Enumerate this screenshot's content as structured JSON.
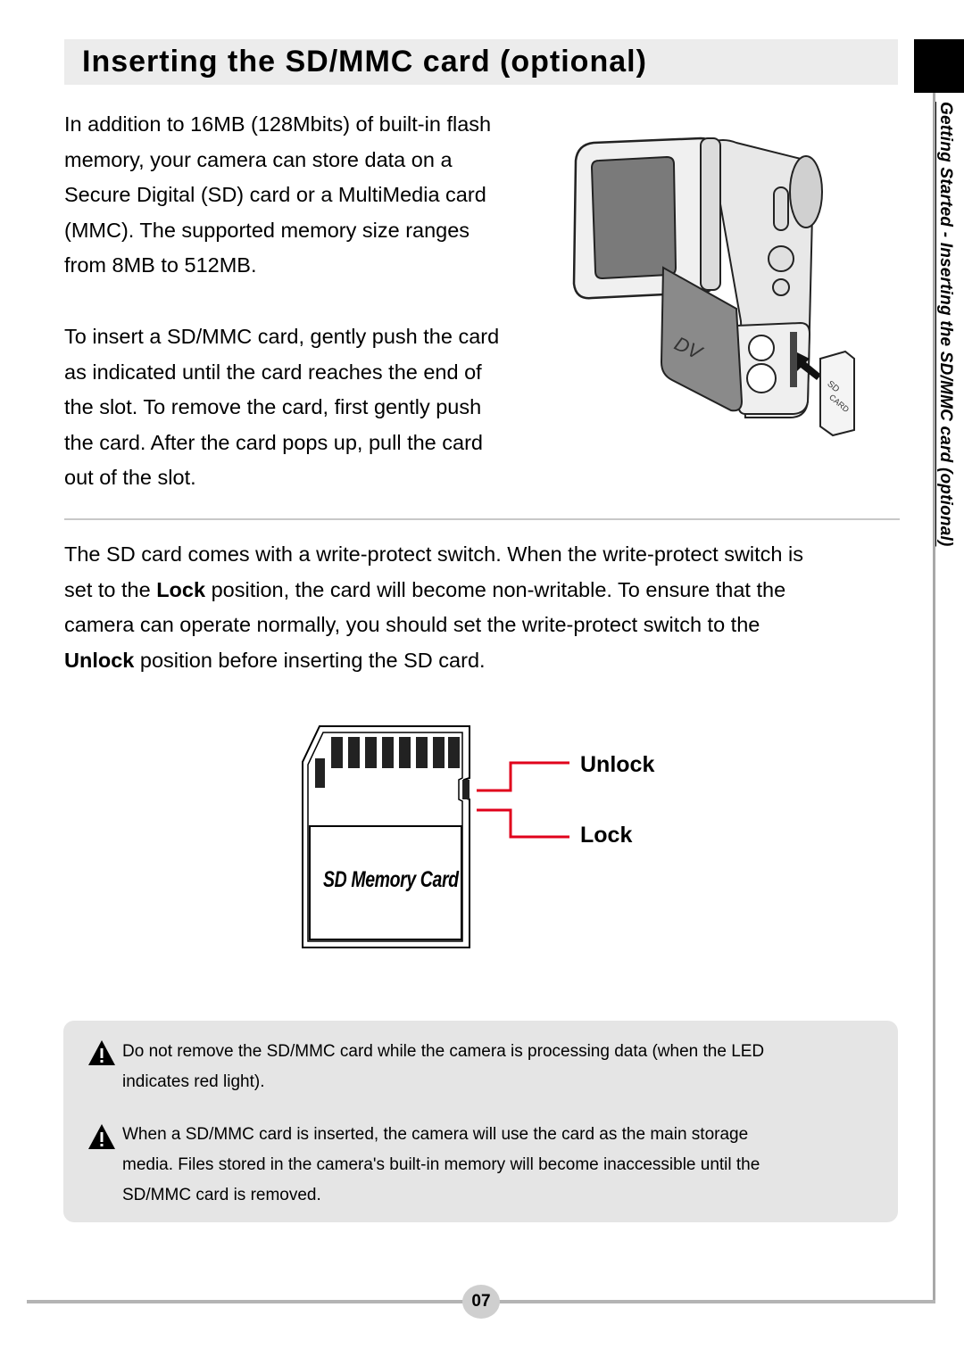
{
  "title": "Inserting the SD/MMC card (optional)",
  "intro_lines": [
    "In addition to 16MB (128Mbits) of built-in flash",
    "memory, your camera can store data on a",
    "Secure Digital (SD) card or a  MultiMedia card",
    "(MMC). The supported memory size ranges",
    "from 8MB to 512MB."
  ],
  "insert_lines": [
    "To insert a SD/MMC card, gently push the card",
    "as indicated until the card reaches the end of",
    "the slot. To remove the card, first gently push",
    "the card. After the card pops up, pull the card",
    "out of the slot."
  ],
  "protect": {
    "line1": "The SD card comes with a write-protect switch. When the write-protect switch is",
    "line2_pre": "set to the ",
    "line2_bold": "Lock",
    "line2_post": " position, the card will become non-writable. To ensure that the",
    "line3": "camera can operate normally, you should set the write-protect switch to the",
    "line4_bold": "Unlock",
    "line4_post": " position before inserting the SD card."
  },
  "sd_diagram": {
    "unlock_label": "Unlock",
    "lock_label": "Lock",
    "card_text": "SD Memory Card",
    "arrow_color": "#e0001b"
  },
  "camera_diagram": {
    "card_text_1": "SD",
    "card_text_2": "CARD"
  },
  "notes": [
    {
      "icon": "warning-icon",
      "lines": [
        "Do not remove the SD/MMC card while the camera is processing data (when the LED",
        "indicates red light)."
      ]
    },
    {
      "icon": "warning-icon",
      "lines": [
        "When a SD/MMC card is inserted, the camera will use the card as the main storage",
        "media. Files stored in the camera's built-in memory will become inaccessible until the",
        "SD/MMC card is removed."
      ]
    }
  ],
  "side_label": "Getting Started - Inserting the SD/MMC card (optional)",
  "page_number": "07"
}
